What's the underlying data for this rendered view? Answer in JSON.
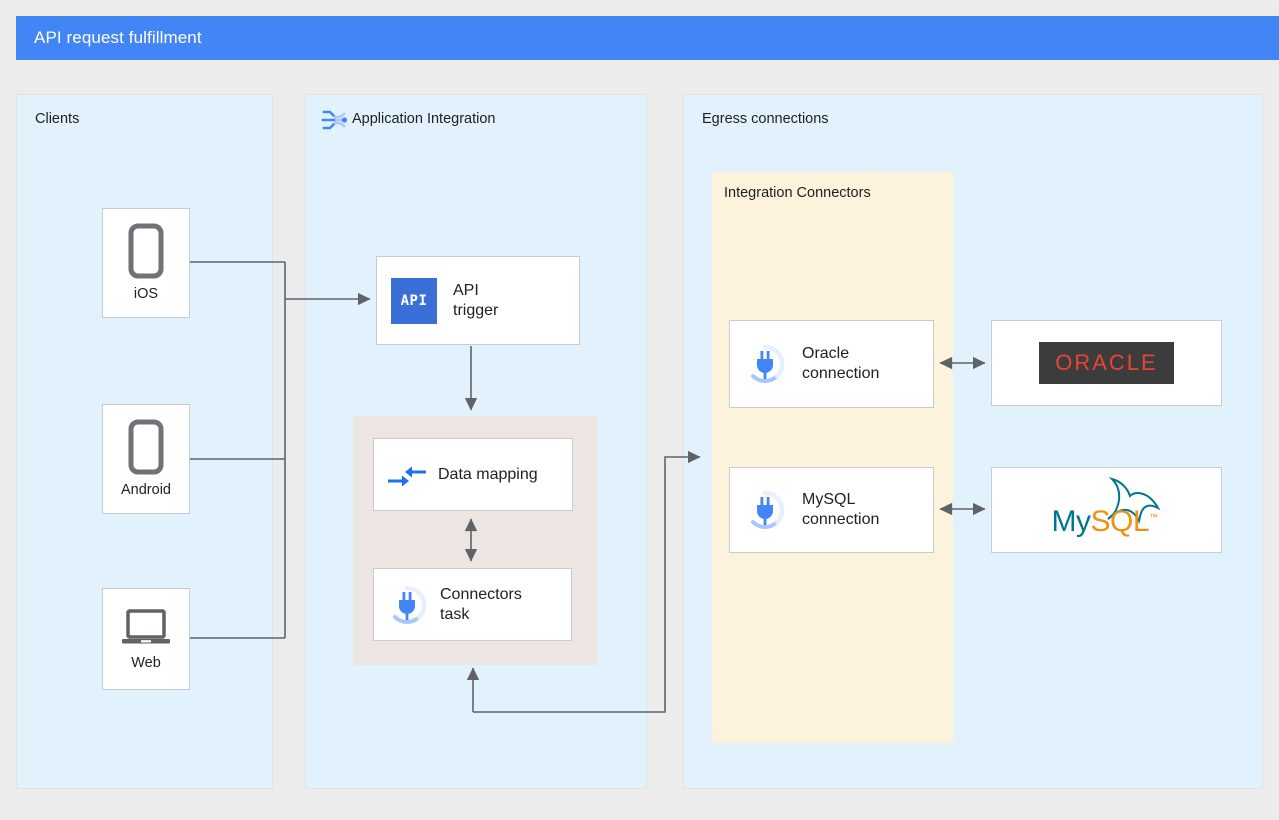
{
  "header": {
    "title": "API request fulfillment",
    "background_color": "#4285f4",
    "text_color": "#ffffff"
  },
  "colors": {
    "page_background": "#ececec",
    "panel_background": "#e1f2fd",
    "connectors_group_background": "#fdf3dc",
    "integration_group_background": "#ece5e2",
    "card_background": "#ffffff",
    "card_border": "#c8ccd0",
    "wire": "#5f6368",
    "accent_blue": "#4285f4",
    "oracle_red": "#ea4335",
    "oracle_box": "#3c3c3c",
    "mysql_teal": "#00758f",
    "mysql_orange": "#f29111",
    "device_gray": "#6f7378"
  },
  "panels": [
    {
      "id": "clients",
      "label": "Clients",
      "icon": null
    },
    {
      "id": "application_integration",
      "label": "Application Integration",
      "icon": "application-integration-icon"
    },
    {
      "id": "egress",
      "label": "Egress connections",
      "icon": null
    }
  ],
  "clients": {
    "label": "Clients",
    "devices": [
      {
        "label": "iOS",
        "icon": "phone-icon"
      },
      {
        "label": "Android",
        "icon": "phone-icon"
      },
      {
        "label": "Web",
        "icon": "laptop-icon"
      }
    ]
  },
  "application_integration": {
    "label": "Application Integration",
    "icon": "application-integration-icon",
    "api_trigger": {
      "label": "API\ntrigger",
      "icon": "api-badge-icon",
      "badge_text": "API"
    },
    "group_tasks": [
      {
        "label": "Data mapping",
        "icon": "data-mapping-arrows-icon"
      },
      {
        "label": "Connectors\ntask",
        "icon": "connector-plug-icon"
      }
    ]
  },
  "egress": {
    "label": "Egress connections",
    "connectors_group": {
      "label": "Integration Connectors",
      "connections": [
        {
          "label": "Oracle\nconnection",
          "icon": "connector-plug-icon"
        },
        {
          "label": "MySQL\nconnection",
          "icon": "connector-plug-icon"
        }
      ]
    },
    "backends": [
      {
        "id": "oracle",
        "logo_text": "ORACLE",
        "logo_type": "oracle-logo"
      },
      {
        "id": "mysql",
        "logo_text_primary": "My",
        "logo_text_secondary": "SQL",
        "logo_trademark": "™",
        "logo_type": "mysql-logo"
      }
    ]
  }
}
